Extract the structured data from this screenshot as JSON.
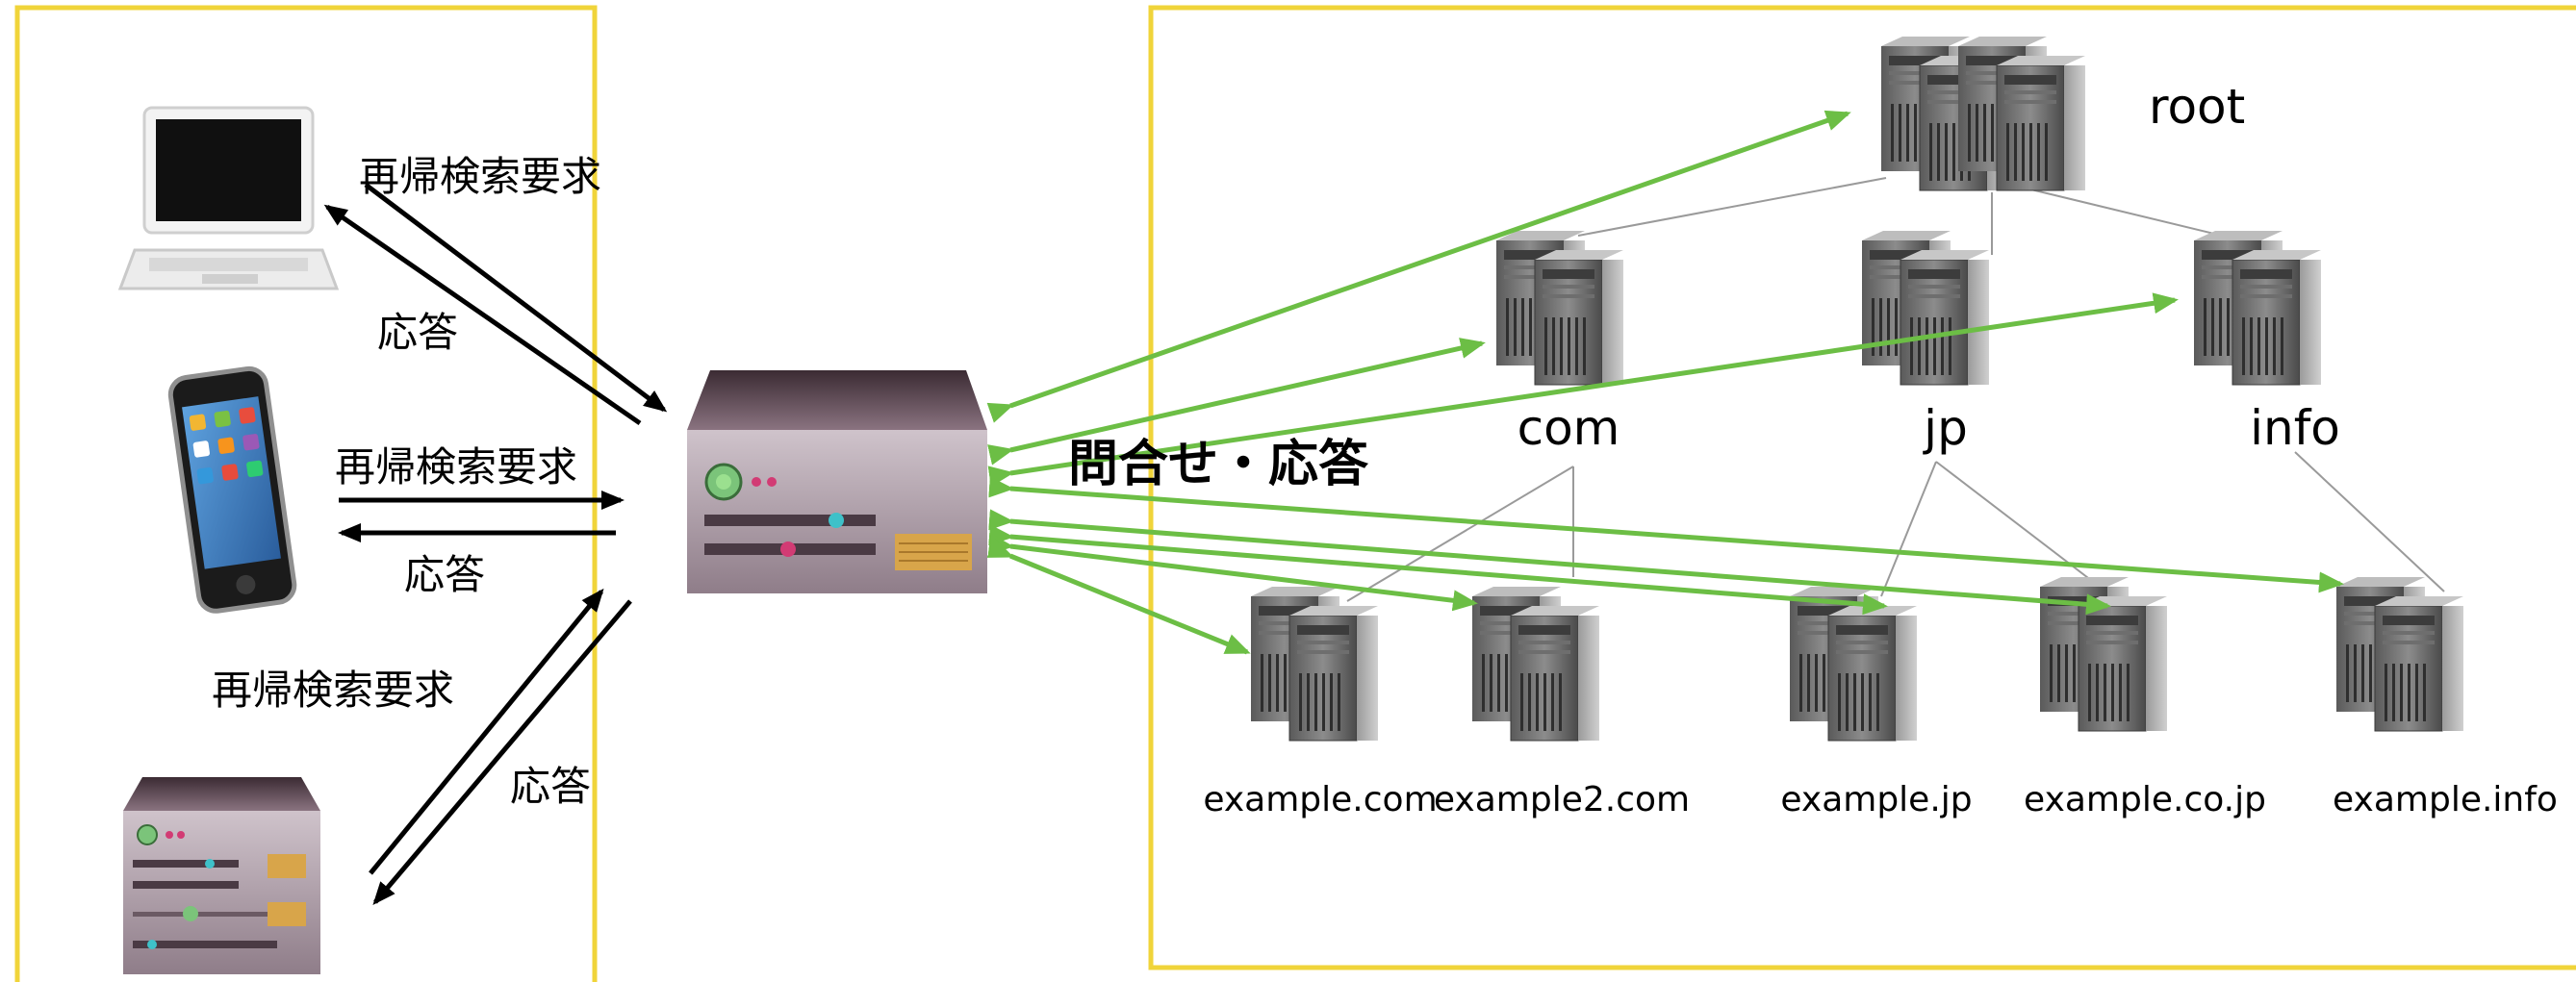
{
  "client_side": {
    "flows": [
      {
        "request_label": "再帰検索要求",
        "response_label": "応答"
      },
      {
        "request_label": "再帰検索要求",
        "response_label": "応答"
      },
      {
        "request_label": "再帰検索要求",
        "response_label": "応答"
      }
    ]
  },
  "query_label": "問合せ・応答",
  "dns_tree": {
    "root": "root",
    "tlds": [
      "com",
      "jp",
      "info"
    ],
    "domains": [
      "example.com",
      "example2.com",
      "example.jp",
      "example.co.jp",
      "example.info"
    ]
  },
  "colors": {
    "frame": "#f0d43a",
    "query_arrow": "#6cbe45",
    "tree_line": "#9a9a9a",
    "client_arrow": "#000000"
  },
  "icons": [
    "laptop-icon",
    "smartphone-icon",
    "server-appliance-icon",
    "server-rack-icon"
  ]
}
